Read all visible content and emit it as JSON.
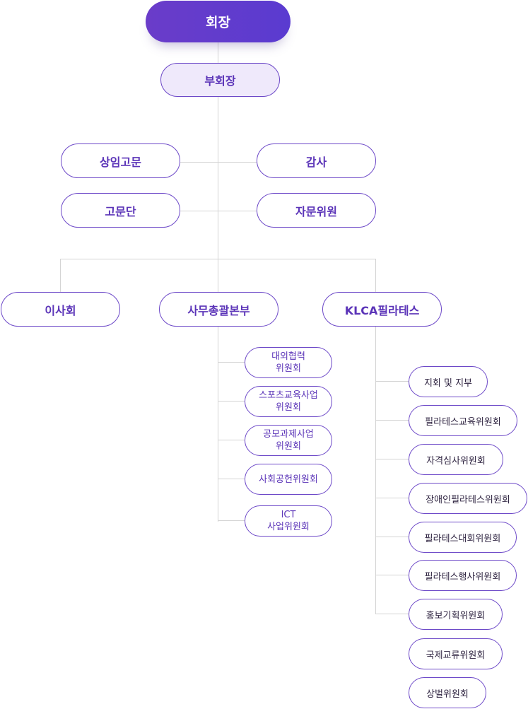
{
  "chairman": "회장",
  "vice_chairman": "부회장",
  "advisors_left": [
    "상임고문",
    "고문단"
  ],
  "advisors_right": [
    "감사",
    "자문위원"
  ],
  "divisions": {
    "board": "이사회",
    "secretariat": "사무총괄본부",
    "klca": "KLCA필라테스"
  },
  "secretariat_committees": [
    [
      "대외협력",
      "위원회"
    ],
    [
      "스포츠교육사업",
      "위원회"
    ],
    [
      "공모과제사업",
      "위원회"
    ],
    [
      "사회공헌위원회"
    ],
    [
      "ICT",
      "사업위원회"
    ]
  ],
  "klca_committees": [
    "지회 및 지부",
    "필라테스교육위원회",
    "자격심사위원회",
    "장애인필라테스위원회",
    "필라테스대회위원회",
    "필라테스행사위원회",
    "홍보기획위원회",
    "국제교류위원회",
    "상벌위원회"
  ],
  "colors": {
    "primary": "#5b34b8",
    "border": "#6d49c8",
    "line": "#d4d4d4",
    "vice_fill": "#efe9fb"
  }
}
